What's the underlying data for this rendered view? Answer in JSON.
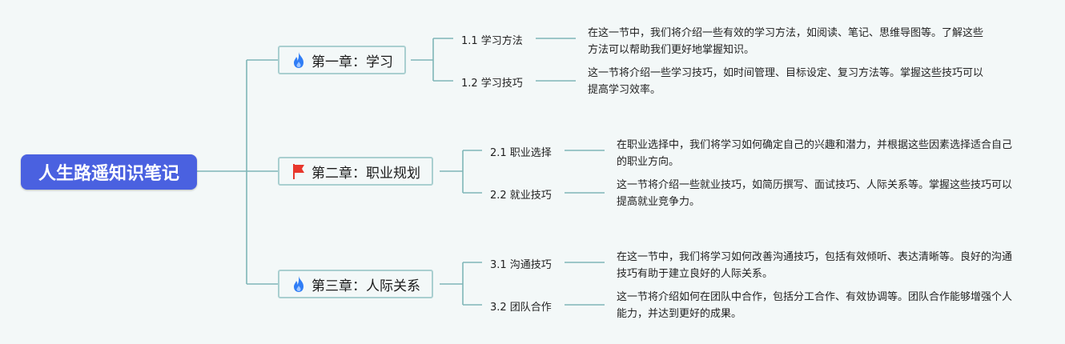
{
  "root": {
    "title": "人生路遥知识笔记"
  },
  "chapters": [
    {
      "title": "第一章：学习",
      "icon": "flame-icon",
      "sections": [
        {
          "title": "1.1 学习方法",
          "description": "在这一节中，我们将介绍一些有效的学习方法，如阅读、笔记、思维导图等。了解这些方法可以帮助我们更好地掌握知识。"
        },
        {
          "title": "1.2 学习技巧",
          "description": "这一节将介绍一些学习技巧，如时间管理、目标设定、复习方法等。掌握这些技巧可以提高学习效率。"
        }
      ]
    },
    {
      "title": "第二章：职业规划",
      "icon": "red-flag-icon",
      "sections": [
        {
          "title": "2.1 职业选择",
          "description": "在职业选择中，我们将学习如何确定自己的兴趣和潜力，并根据这些因素选择适合自己的职业方向。"
        },
        {
          "title": "2.2 就业技巧",
          "description": "这一节将介绍一些就业技巧，如简历撰写、面试技巧、人际关系等。掌握这些技巧可以提高就业竞争力。"
        }
      ]
    },
    {
      "title": "第三章：人际关系",
      "icon": "flame-icon",
      "sections": [
        {
          "title": "3.1 沟通技巧",
          "description": "在这一节中，我们将学习如何改善沟通技巧，包括有效倾听、表达清晰等。良好的沟通技巧有助于建立良好的人际关系。"
        },
        {
          "title": "3.2 团队合作",
          "description": "这一节将介绍如何在团队中合作，包括分工合作、有效协调等。团队合作能够增强个人能力，并达到更好的成果。"
        }
      ]
    }
  ],
  "colors": {
    "root": "#4a61e0",
    "connector": "#7fb6b8",
    "flame": "#2f7df6",
    "flag": "#e8372c"
  }
}
